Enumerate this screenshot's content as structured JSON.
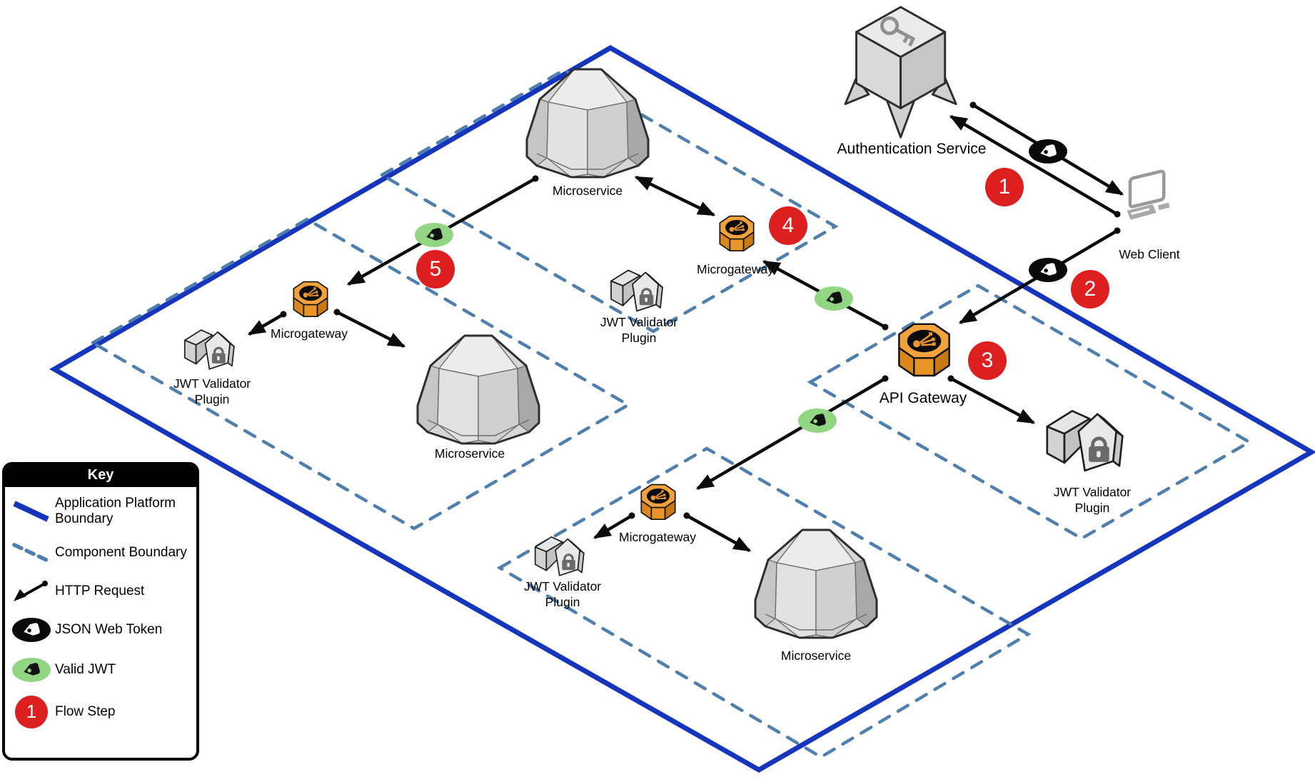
{
  "nodes": {
    "auth_service": {
      "label": "Authentication Service"
    },
    "web_client": {
      "label": "Web Client"
    },
    "api_gateway": {
      "label": "API Gateway"
    },
    "microservice_top": {
      "label": "Microservice"
    },
    "microservice_left": {
      "label": "Microservice"
    },
    "microservice_bottom": {
      "label": "Microservice"
    },
    "microgateway_top": {
      "label": "Microgateway"
    },
    "microgateway_left": {
      "label": "Microgateway"
    },
    "microgateway_bottom": {
      "label": "Microgateway"
    },
    "jwt_validator_left": {
      "label": "JWT Validator Plugin"
    },
    "jwt_validator_center": {
      "label": "JWT Validator Plugin"
    },
    "jwt_validator_bottom": {
      "label": "JWT Validator Plugin"
    },
    "jwt_validator_right": {
      "label": "JWT Validator Plugin"
    }
  },
  "flow_steps": {
    "step1": "1",
    "step2": "2",
    "step3": "3",
    "step4": "4",
    "step5": "5"
  },
  "legend": {
    "title": "Key",
    "items": [
      {
        "id": "platform-boundary",
        "label": "Application Platform Boundary"
      },
      {
        "id": "component-boundary",
        "label": "Component Boundary"
      },
      {
        "id": "http-request",
        "label": "HTTP Request"
      },
      {
        "id": "json-web-token",
        "label": "JSON Web Token"
      },
      {
        "id": "valid-jwt",
        "label": "Valid JWT"
      },
      {
        "id": "flow-step",
        "label": "Flow Step",
        "badge": "1"
      }
    ]
  },
  "colors": {
    "platform_boundary": "#1535BD",
    "component_boundary": "#4E7FAD",
    "flow_step_red": "#DE1F1F",
    "jwt_token_black": "#0A0A0A",
    "valid_jwt_green": "#92D583",
    "gateway_orange": "#F2A23B"
  }
}
